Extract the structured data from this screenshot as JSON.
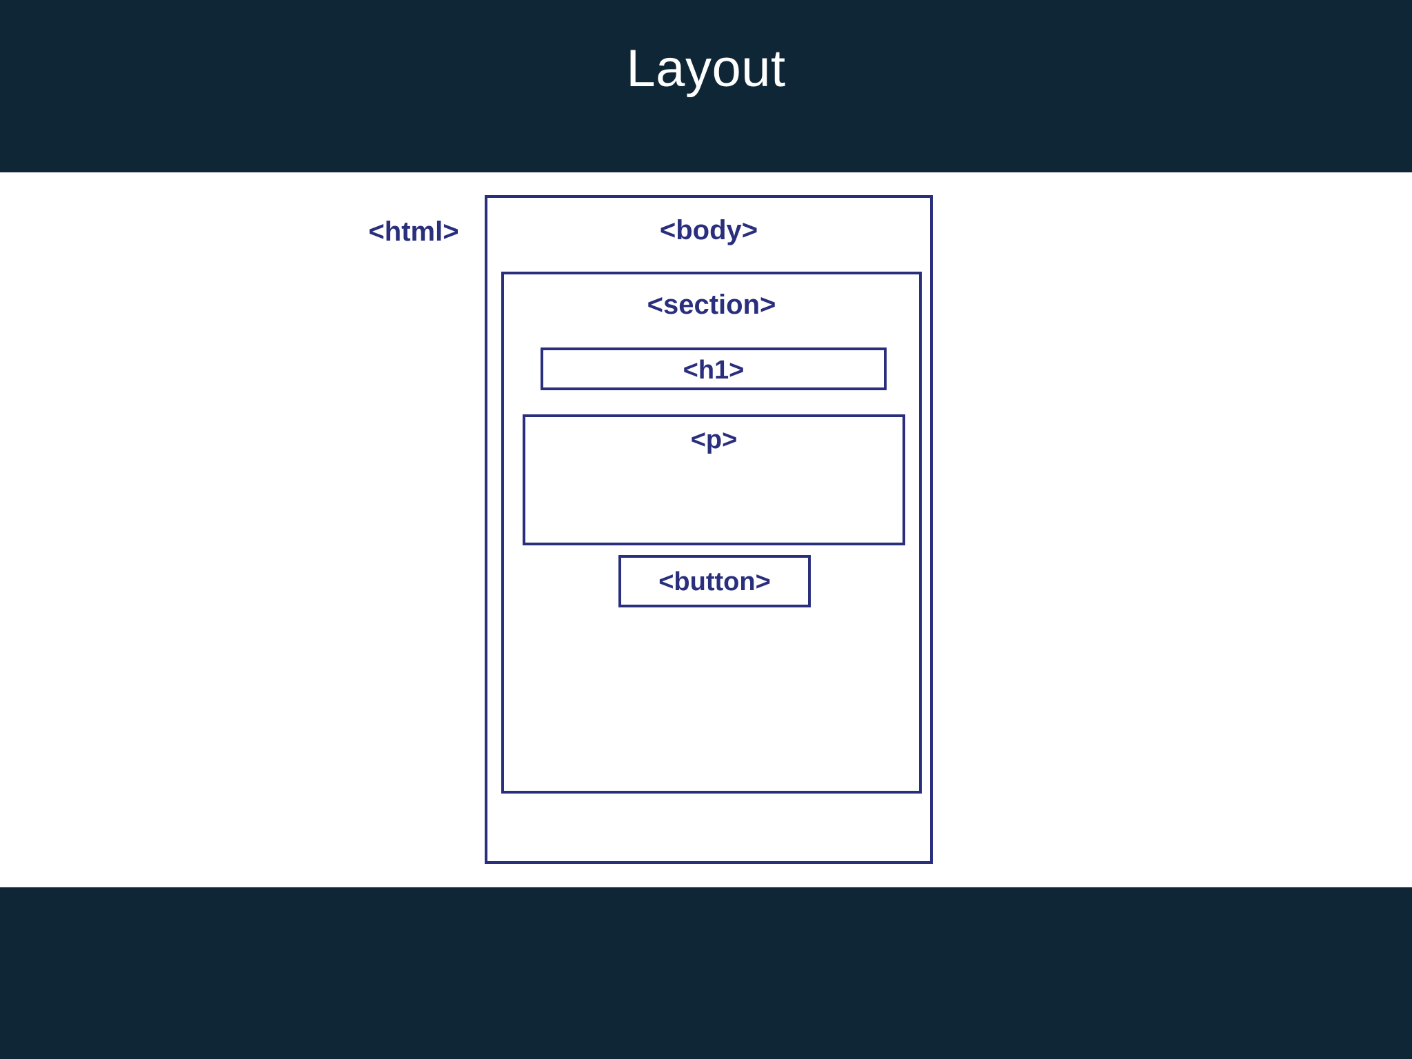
{
  "slide": {
    "title": "Layout",
    "background_color": "#ffffff",
    "band_color": "#0e2636",
    "title_color": "#ffffff",
    "diagram_stroke_color": "#2a2f7d",
    "diagram_text_color": "#2a2f7d"
  },
  "diagram": {
    "type": "nested-box-diagram",
    "outside_label": "<html>",
    "boxes": {
      "body": {
        "label": "<body>",
        "children": {
          "section": {
            "label": "<section>",
            "children": {
              "h1": {
                "label": "<h1>"
              },
              "p": {
                "label": "<p>"
              },
              "button": {
                "label": "<button>"
              }
            }
          }
        }
      }
    }
  }
}
